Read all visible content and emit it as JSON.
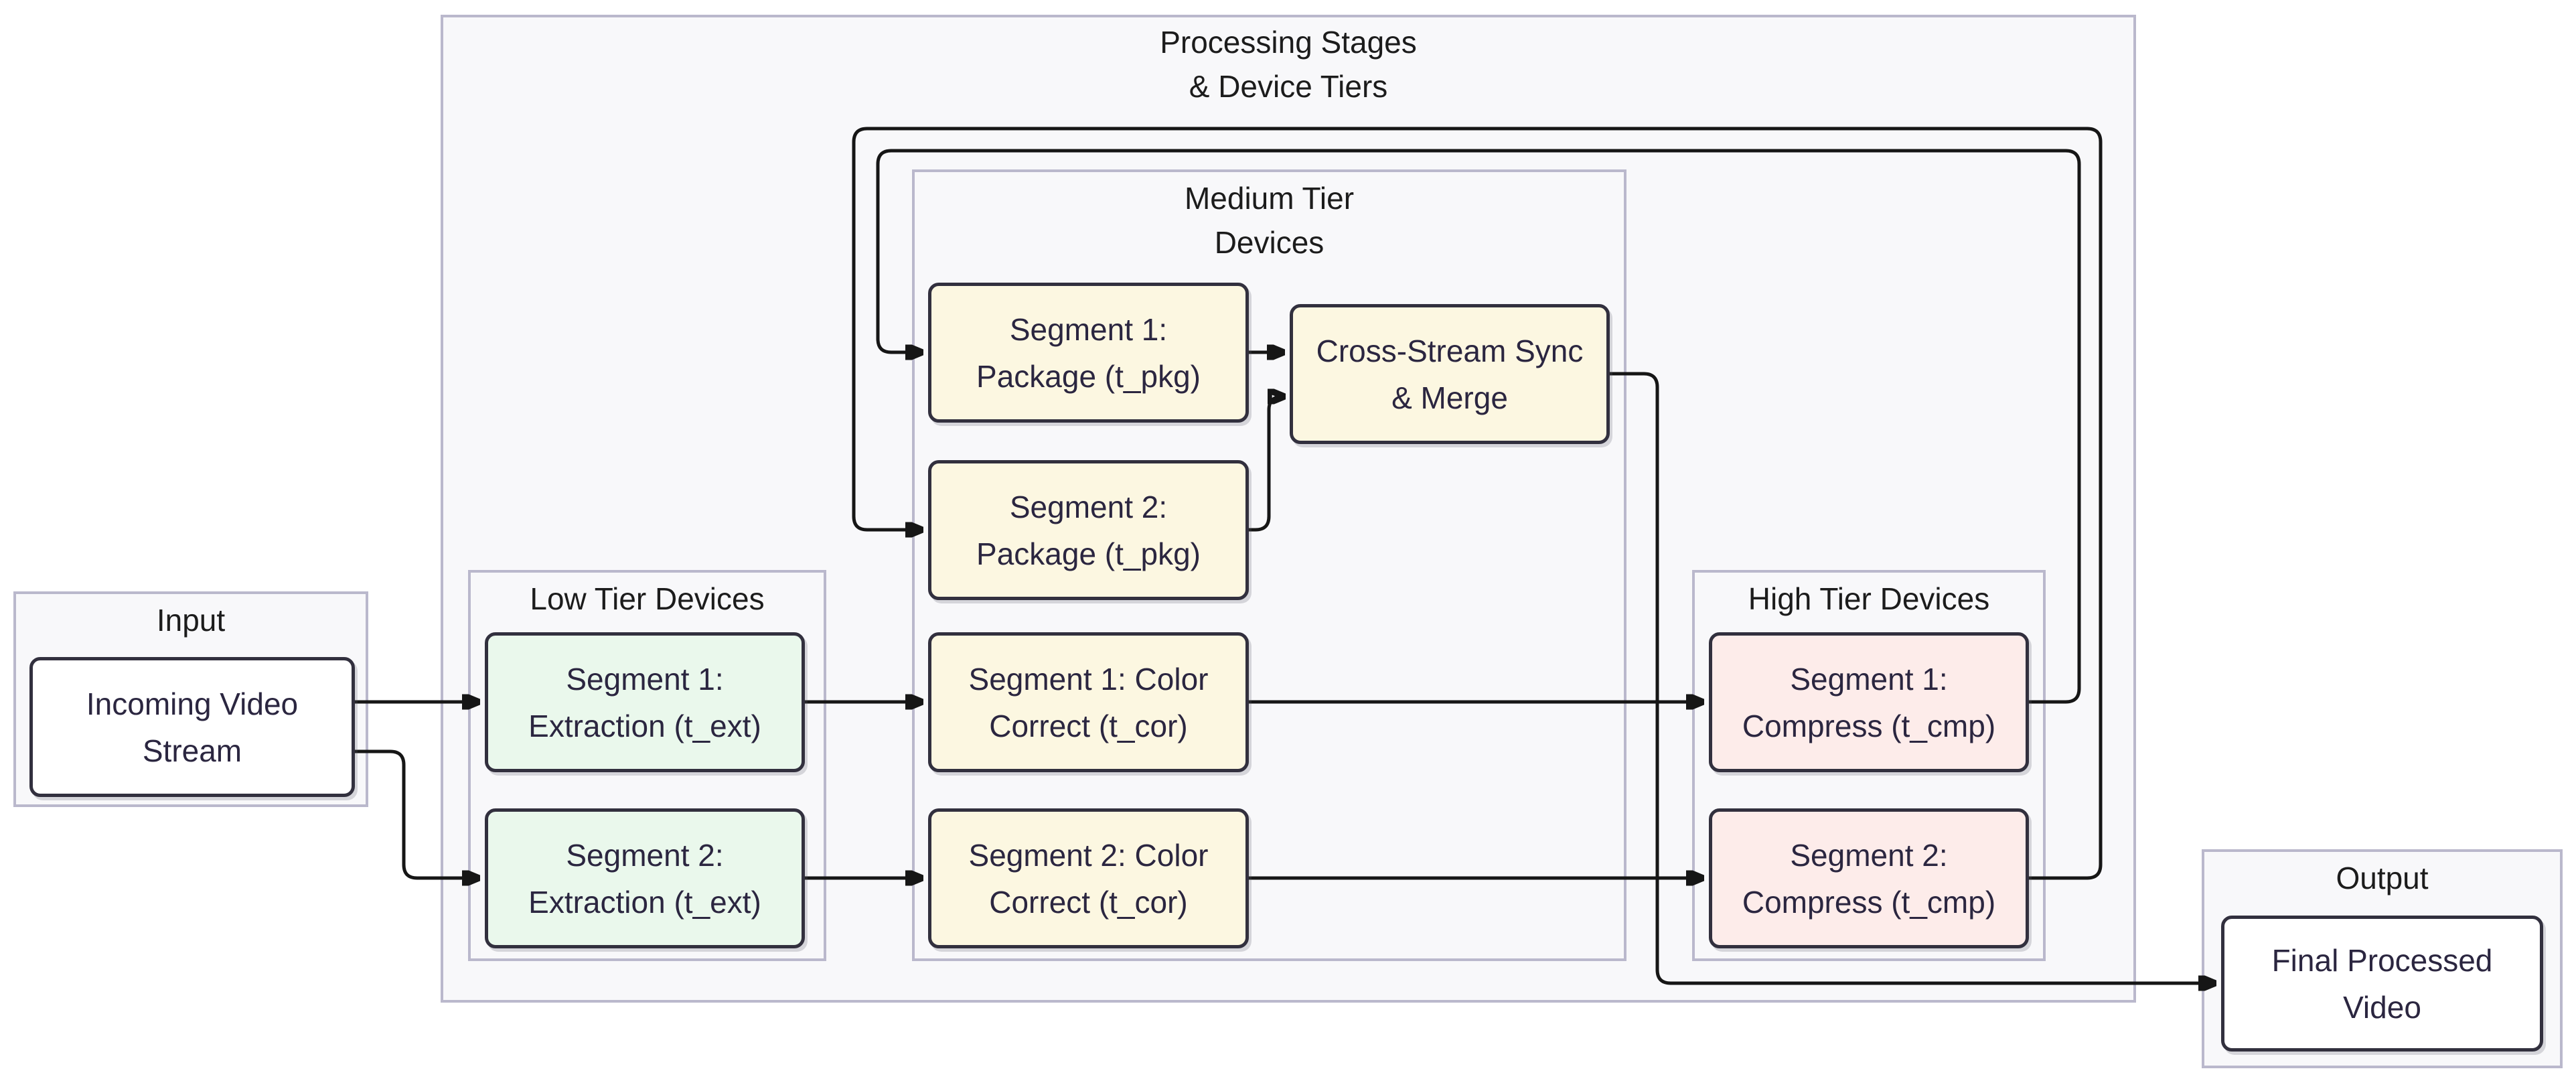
{
  "diagram_title": {
    "line1": "Processing Stages",
    "line2": "& Device Tiers"
  },
  "containers": {
    "input": {
      "label": "Input"
    },
    "low_tier": {
      "label": "Low Tier Devices"
    },
    "medium_tier": {
      "line1": "Medium Tier",
      "line2": "Devices"
    },
    "high_tier": {
      "label": "High Tier Devices"
    },
    "output": {
      "label": "Output"
    }
  },
  "nodes": {
    "incoming": {
      "line1": "Incoming Video",
      "line2": "Stream",
      "fill": "#ffffff"
    },
    "extract1": {
      "line1": "Segment 1:",
      "line2": "Extraction (t_ext)",
      "fill": "#eaf8ec"
    },
    "extract2": {
      "line1": "Segment 2:",
      "line2": "Extraction (t_ext)",
      "fill": "#eaf8ec"
    },
    "package1": {
      "line1": "Segment 1:",
      "line2": "Package (t_pkg)",
      "fill": "#fcf7e1"
    },
    "package2": {
      "line1": "Segment 2:",
      "line2": "Package (t_pkg)",
      "fill": "#fcf7e1"
    },
    "sync": {
      "line1": "Cross-Stream Sync",
      "line2": "& Merge",
      "fill": "#fcf7e1"
    },
    "color1": {
      "line1": "Segment 1: Color",
      "line2": "Correct (t_cor)",
      "fill": "#fcf7e1"
    },
    "color2": {
      "line1": "Segment 2: Color",
      "line2": "Correct (t_cor)",
      "fill": "#fcf7e1"
    },
    "compress1": {
      "line1": "Segment 1:",
      "line2": "Compress (t_cmp)",
      "fill": "#fdecea"
    },
    "compress2": {
      "line1": "Segment 2:",
      "line2": "Compress (t_cmp)",
      "fill": "#fdecea"
    },
    "final": {
      "line1": "Final Processed",
      "line2": "Video",
      "fill": "#ffffff"
    }
  },
  "edges": [
    {
      "from": "incoming",
      "to": "extract1"
    },
    {
      "from": "incoming",
      "to": "extract2"
    },
    {
      "from": "extract1",
      "to": "color1"
    },
    {
      "from": "extract2",
      "to": "color2"
    },
    {
      "from": "color1",
      "to": "compress1"
    },
    {
      "from": "color2",
      "to": "compress2"
    },
    {
      "from": "compress1",
      "to": "package1"
    },
    {
      "from": "compress2",
      "to": "package2"
    },
    {
      "from": "package1",
      "to": "sync"
    },
    {
      "from": "package2",
      "to": "sync"
    },
    {
      "from": "sync",
      "to": "final"
    }
  ],
  "colors": {
    "canvas_bg": "#ffffff",
    "container_bg": "#f8f8fa",
    "container_border": "#bab8cc",
    "node_border": "#32303e",
    "node_text": "#2b2640",
    "label_text": "#1c1c1c",
    "edge": "#161616",
    "node_fill_white": "#ffffff",
    "node_fill_green": "#eaf8ec",
    "node_fill_cream": "#fcf7e1",
    "node_fill_pink": "#fdecea"
  }
}
